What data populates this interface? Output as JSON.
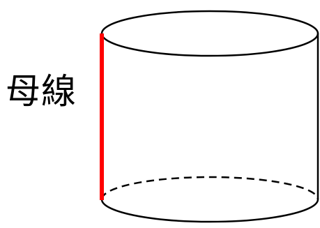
{
  "label": {
    "text": "母線"
  },
  "colors": {
    "outline": "#000000",
    "generatrix": "#ff0000",
    "background": "#ffffff"
  },
  "shape": "cylinder",
  "highlighted_element": "generatrix",
  "bottom_back_edge_style": "dashed"
}
